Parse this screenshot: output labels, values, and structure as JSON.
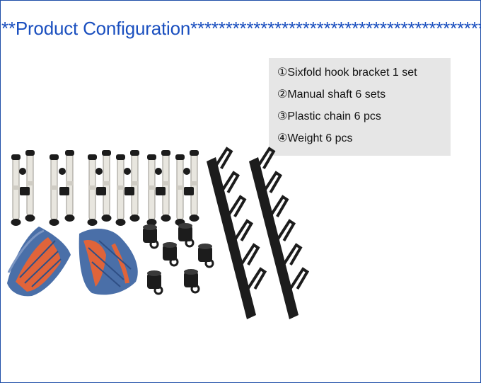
{
  "header": {
    "title": "**Product Configuration********************************************"
  },
  "config_list": {
    "items": [
      {
        "label": "①Sixfold hook bracket 1 set"
      },
      {
        "label": "②Manual shaft 6 sets"
      },
      {
        "label": "③Plastic chain 6 pcs"
      },
      {
        "label": "④Weight 6 pcs"
      }
    ]
  },
  "colors": {
    "title": "#1a4fbf",
    "frame": "#1f4fa8",
    "list_background": "#e6e6e6",
    "chain_blue": "#4a6fa8",
    "chain_orange": "#e0643a",
    "metal_black": "#1c1c1c",
    "roller_white": "#e8e6df"
  }
}
